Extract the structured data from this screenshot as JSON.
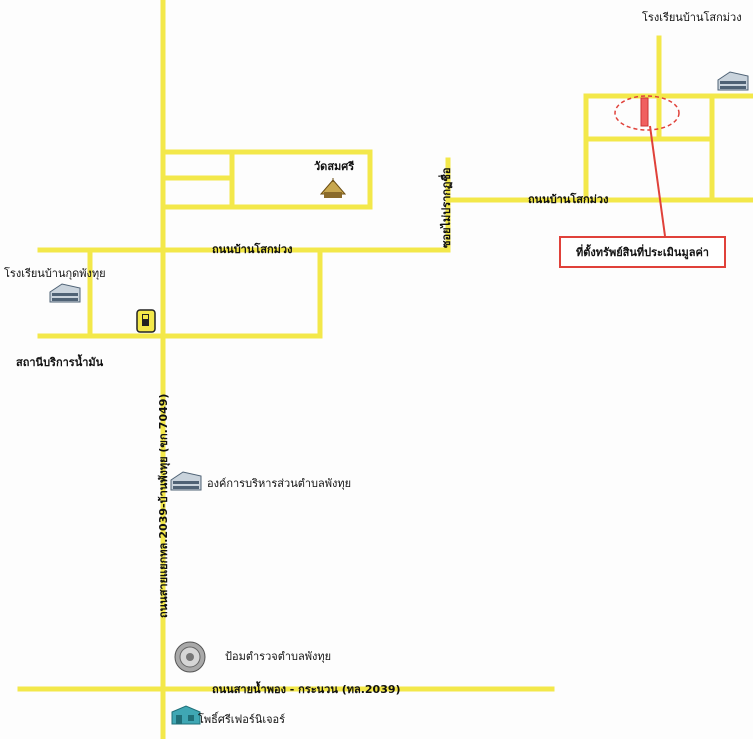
{
  "map": {
    "labels": {
      "school_top_right": "โรงเรียนบ้านโสกม่วง",
      "temple": "วัดสมศรี",
      "soi_vertical": "ซอยไม่ปรากฏชื่อ",
      "road_right": "ถนนบ้านโสกม่วง",
      "road_left": "ถนนบ้านโสกม่วง",
      "callout": "ที่ตั้งทรัพย์สินที่ประเมินมูลค่า",
      "school_left": "โรงเรียนบ้านกุดพังทุย",
      "gas_station": "สถานีบริการน้ำมัน",
      "main_road_vertical": "ถนนสายแยกทล.2039-บ้านพังทุย (ขก.7049)",
      "sao": "องค์การบริหารส่วนตำบลพังทุย",
      "police": "ป้อมตำรวจตำบลพังทุย",
      "bottom_road": "ถนนสายน้ำพอง - กระนวน (ทล.2039)",
      "furniture": "โพธิ์ศรีเฟอร์นิเจอร์"
    },
    "colors": {
      "road": "#f3e84a",
      "property_marker": "#f06060",
      "callout_border": "#e0413a",
      "building": "#6a7f95",
      "furniture_icon": "#3fa7b4"
    },
    "icons": [
      "building-icon",
      "temple-icon",
      "gas-station-icon",
      "police-seal-icon",
      "property-marker"
    ]
  }
}
